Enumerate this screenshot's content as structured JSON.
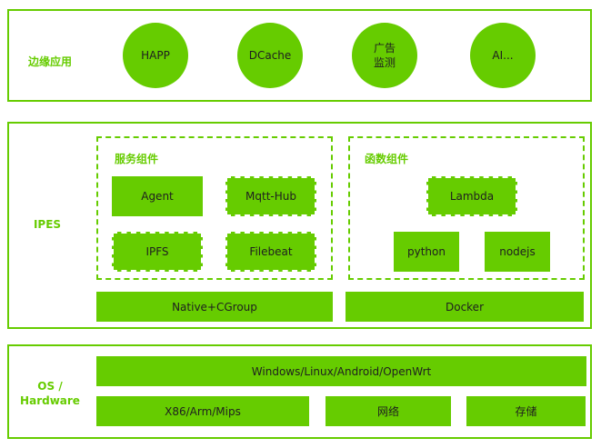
{
  "edge_layer": {
    "label": "边缘应用",
    "apps": [
      "HAPP",
      "DCache",
      "广告\n监测",
      "AI..."
    ]
  },
  "ipes_layer": {
    "label": "IPES",
    "service_group": {
      "title": "服务组件",
      "items": [
        "Agent",
        "Mqtt-Hub",
        "IPFS",
        "Filebeat"
      ]
    },
    "function_group": {
      "title": "函数组件",
      "items": [
        "Lambda",
        "python",
        "nodejs"
      ]
    },
    "runtimes": [
      "Native+CGroup",
      "Docker"
    ]
  },
  "os_layer": {
    "label": "OS /\nHardware",
    "os": "Windows/Linux/Android/OpenWrt",
    "hardware": [
      "X86/Arm/Mips",
      "网络",
      "存储"
    ]
  },
  "colors": {
    "accent": "#66cc00",
    "text": "#1f1f1f"
  }
}
